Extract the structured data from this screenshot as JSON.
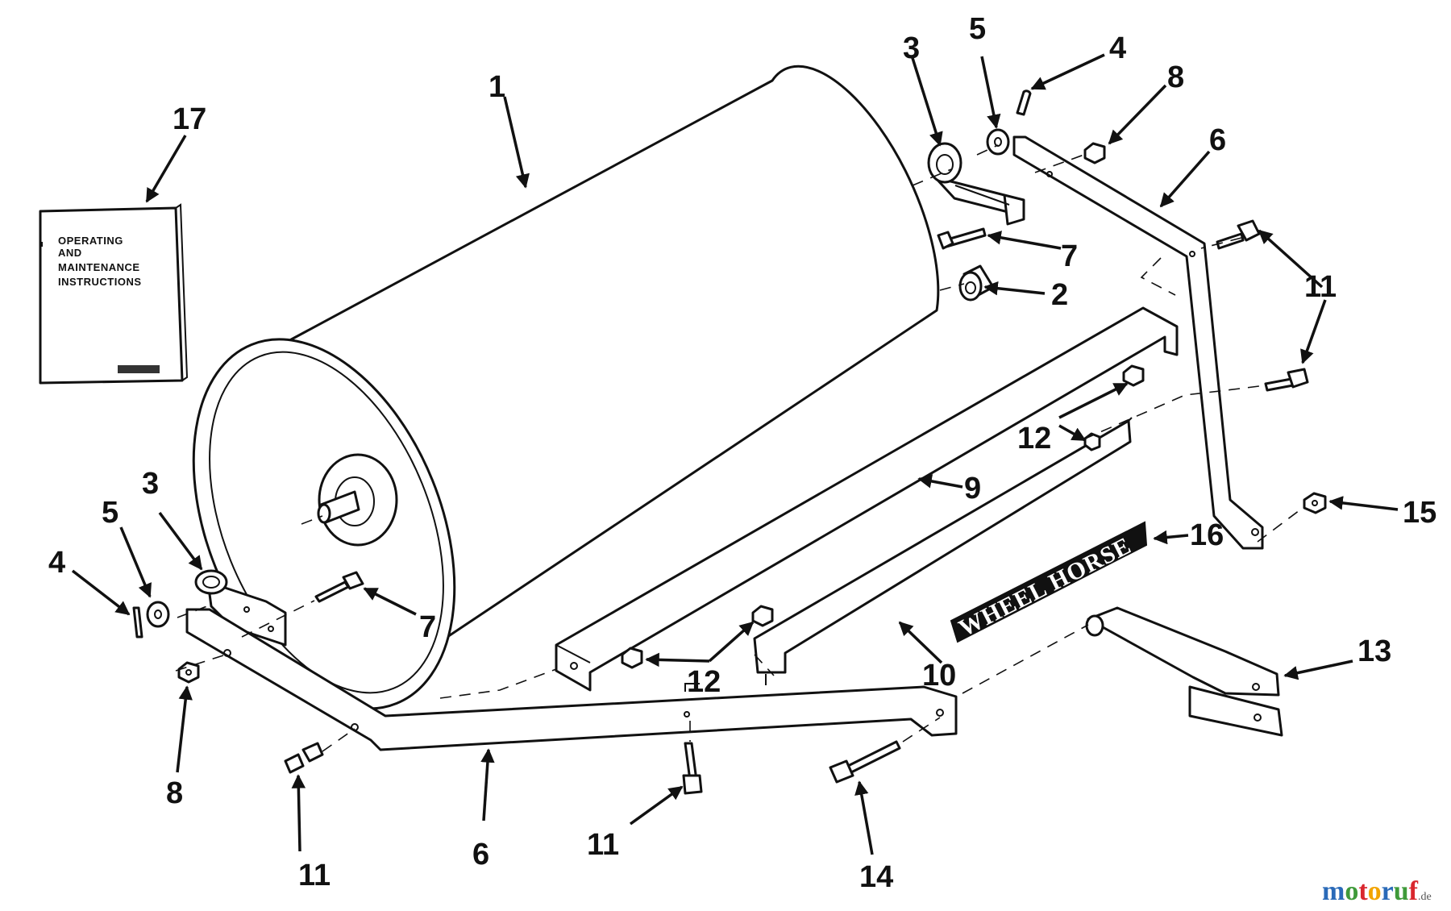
{
  "manual": {
    "lines": [
      "OPERATING",
      "AND",
      "MAINTENANCE",
      "INSTRUCTIONS"
    ]
  },
  "brand_plate": {
    "text": "WHEEL HORSE"
  },
  "watermark": {
    "name": "motoruf",
    "tld": ".de",
    "colors": [
      "#2a6ab8",
      "#3f9a3a",
      "#d9272e",
      "#f2a400"
    ]
  },
  "callouts": {
    "c1": "1",
    "c2": "2",
    "c3_right": "3",
    "c3_left": "3",
    "c4_right": "4",
    "c4_left": "4",
    "c5_right": "5",
    "c5_left": "5",
    "c6_right": "6",
    "c6_bottom": "6",
    "c7_right": "7",
    "c7_left": "7",
    "c8_right": "8",
    "c8_left": "8",
    "c9": "9",
    "c10": "10",
    "c11_right": "11",
    "c11_bottom_left": "11",
    "c11_bottom_mid": "11",
    "c12_right": "12",
    "c12_bottom": "12",
    "c13": "13",
    "c14": "14",
    "c15": "15",
    "c16": "16",
    "c17": "17"
  }
}
